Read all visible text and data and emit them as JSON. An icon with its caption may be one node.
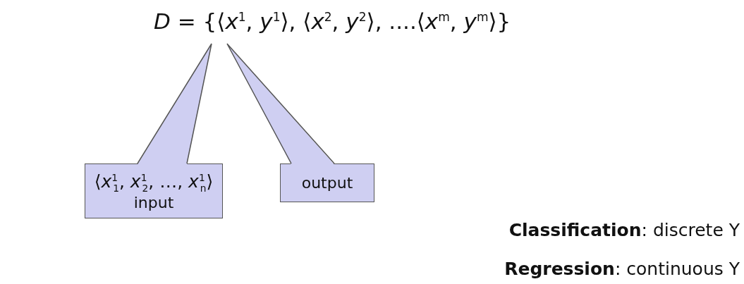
{
  "diagram": {
    "title": "*D* = {⟨*x*$^{1}$, *y*$^{1}$⟩, ⟨*x*$^{2}$, *y*$^{2}$⟩, ....⟨*x*$^{m}$, *y*$^{m}$⟩}",
    "nodes": [
      {
        "text": [
          "⟨*x*$^{1}$$_{1}$, *x*$^{1}$$_{2}$, …, *x*$^{1}$$_{n}$⟩",
          "input"
        ]
      },
      {
        "text": [
          "output"
        ]
      }
    ],
    "edges": [
      {
        "from": 0,
        "to": null,
        "arrow": "none"
      },
      {
        "from": 1,
        "to": null,
        "arrow": "none"
      }
    ],
    "labels": [
      "**Classification**: discrete Y",
      "**Regression**: continuous Y"
    ]
  }
}
